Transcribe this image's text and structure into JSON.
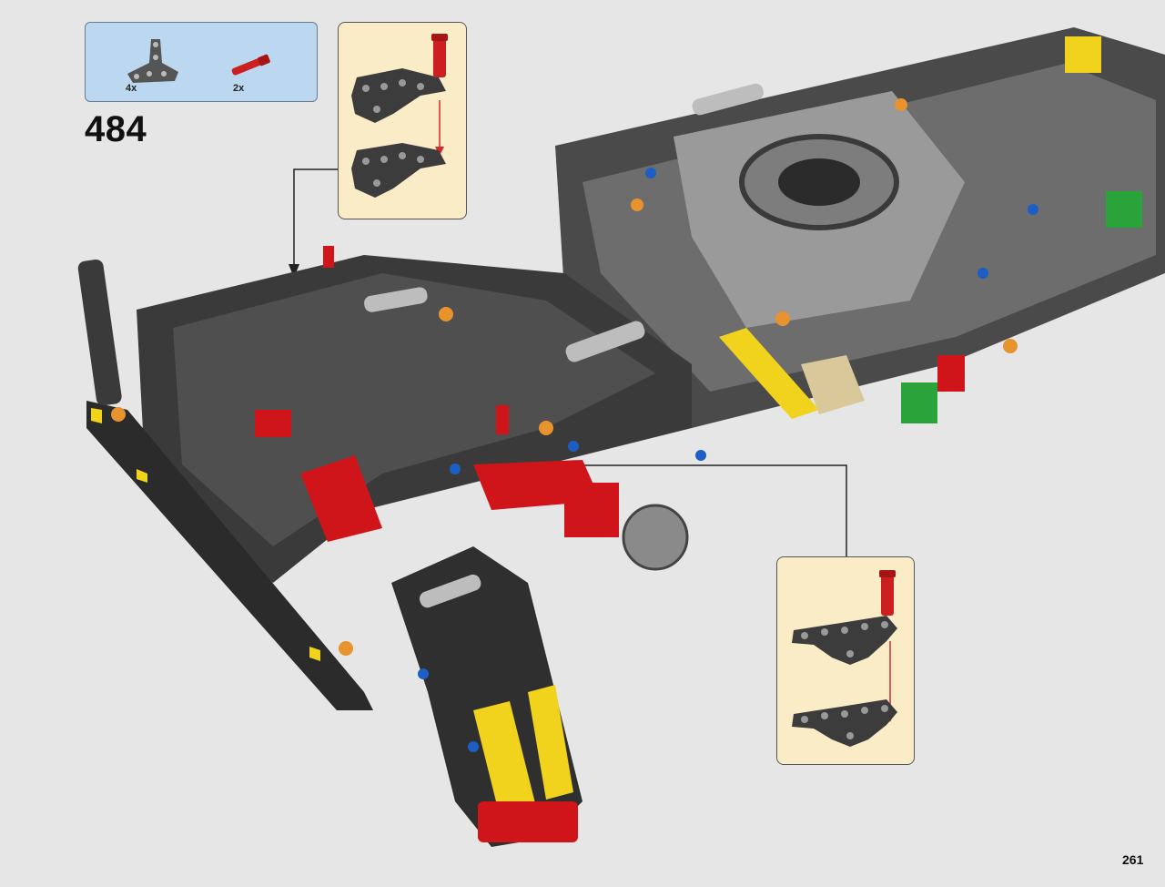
{
  "parts_list": {
    "items": [
      {
        "name": "triangle-liftarm",
        "quantity": "4x",
        "color": "#555555"
      },
      {
        "name": "axle-pin",
        "quantity": "2x",
        "color": "#cc1f1f"
      }
    ]
  },
  "step_number": "484",
  "page_number": "261",
  "colors": {
    "background": "#e6e6e6",
    "parts_box": "#bcd8f0",
    "callout": "#fbecc8",
    "frame_dark": "#2d2d2d",
    "frame_light": "#a9a9a9",
    "accent_red": "#d0151a",
    "accent_blue": "#1c5fc4",
    "accent_orange": "#e8932e",
    "accent_yellow": "#f1d21c",
    "accent_green": "#2aa33b",
    "arrow_red": "#d32a2a"
  }
}
